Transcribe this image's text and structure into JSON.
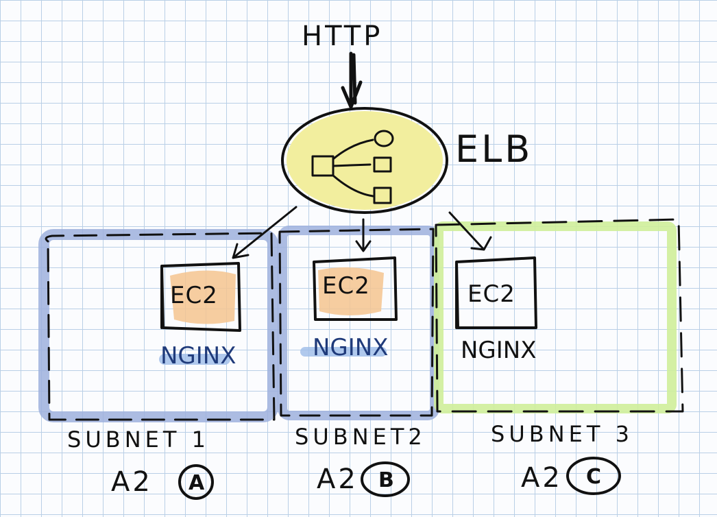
{
  "diagram": {
    "entry_label": "HTTP",
    "balancer_label": "ELB",
    "instances": [
      {
        "box_label": "EC2",
        "service_label": "NGINX"
      },
      {
        "box_label": "EC2",
        "service_label": "NGINX"
      },
      {
        "box_label": "EC2",
        "service_label": "NGINX"
      }
    ],
    "subnets": [
      {
        "label": "SUBNET 1",
        "az_prefix": "A2",
        "az_letter": "A"
      },
      {
        "label": "SUBNET2",
        "az_prefix": "A2",
        "az_letter": "B"
      },
      {
        "label": "SUBNET 3",
        "az_prefix": "A2",
        "az_letter": "C"
      }
    ],
    "colors": {
      "ink": "#111111",
      "balancer_fill": "#f2ee9e",
      "instance_fill": "#f4c48f",
      "subnet_blue": "#9db0dd",
      "subnet_green": "#cfee9a",
      "nginx_highlight": "#9ebbe8",
      "grid": "#b9cfe6"
    }
  }
}
